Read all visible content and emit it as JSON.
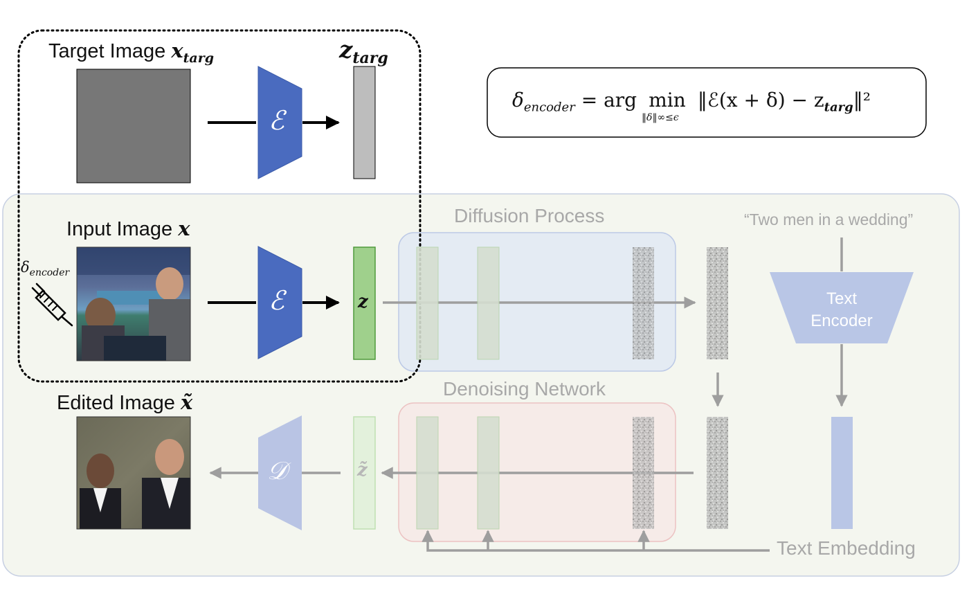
{
  "labels": {
    "target_image": "Target Image",
    "target_image_var": "x",
    "target_image_sub": "targ",
    "z_targ_var": "z",
    "z_targ_sub": "targ",
    "input_image": "Input Image",
    "input_image_var": "x",
    "delta_symbol": "δ",
    "delta_sub": "encoder",
    "edited_image": "Edited Image",
    "edited_image_var": "x̃",
    "z_latent": "z",
    "z_tilde": "z̃",
    "encoder_symbol": "ℰ",
    "decoder_symbol": "𝒟",
    "diffusion_process": "Diffusion Process",
    "denoising_network": "Denoising Network",
    "prompt": "“Two men in a wedding”",
    "text_encoder_line1": "Text",
    "text_encoder_line2": "Encoder",
    "text_embedding": "Text Embedding"
  },
  "formula": {
    "lhs": "δ",
    "lhs_sub": "encoder",
    "equals": "=",
    "op": "arg",
    "min": "min",
    "constraint": "‖δ‖∞≤ϵ",
    "body": "‖ℰ(x + δ) − z",
    "body_sub": "targ",
    "power": "‖²"
  },
  "colors": {
    "encoder": "#4a6bbf",
    "encoder_faded": "#b9c4e4",
    "latent_green": "#9fd08c",
    "latent_green_border": "#4f9a3c",
    "z_targ_gray": "#bdbdbd",
    "diffusion_box": "#cfd9ec",
    "denoise_box": "#f1cfcf",
    "panel_bg": "#f4f6ef",
    "arrow_gray": "#9e9e9e"
  }
}
